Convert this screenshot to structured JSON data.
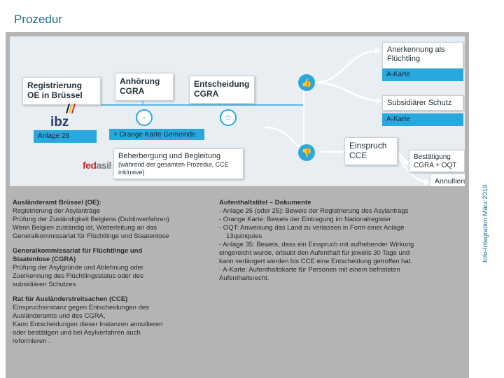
{
  "slide": {
    "title": "Prozedur",
    "side_label": "Info-Integration März 2019"
  },
  "diagram": {
    "registration_box": "Registrierung OE in Brüssel",
    "hearing_box": "Anhörung CGRA",
    "decision_box": "Entscheidung CGRA",
    "appeal_box": "Einspruch CCE",
    "recognition_box": "Anerkennung als Flüchtling",
    "recognition_card": "A-Karte",
    "subsidiary_box": "Subsidiärer Schutz",
    "subsidiary_card": "A-Karte",
    "confirmation_box": "Bestätigung CGRA + OQT",
    "annulment_box": "Annullierung",
    "annex26_tag": "Anlage 26",
    "orange_card_tag": "+ Orange Karte Gemeinde",
    "accommodation_title": "Beherbergung und Begleitung",
    "accommodation_note": "(während der gesamten Prozedur, CCE inklusive)",
    "logo_ibz": "ibz",
    "logo_fedasil_a": "fed",
    "logo_fedasil_b": "asil"
  },
  "left_column": {
    "oe_heading": "Ausländeramt Brüssel (OE):",
    "oe_lines": [
      "Registrierung der Asylanträge",
      "Prüfung der Zuständigkeit Belgiens (Dublinverfahren)",
      "Wenn Belgien zuständig ist, Weiterleitung an das",
      "Generalkommissariat für Flüchtlinge und Staatenlose"
    ],
    "cgra_heading_1": "Generalkommissariat für Flüchtlinge und",
    "cgra_heading_2": "Staatenlose (CGRA)",
    "cgra_lines": [
      "Prüfung der Asylgründe und Ablehnung oder",
      "Zuerkennung des Flüchtlingsstatus oder des",
      "subsidiären Schutzes"
    ],
    "cce_heading": "Rat für Ausländerstreitsachen (CCE)",
    "cce_lines": [
      "Einspruchsinstanz gegen Entscheidungen des",
      "Ausländeramts und des CGRA,",
      "Kann Entscheidungen dieser Instanzen annullieren",
      "oder bestätigen und bei Asylverfahren auch",
      "reformieren ."
    ]
  },
  "right_column": {
    "heading": "Aufenthaltstitel – Dokumente",
    "lines": [
      "- Anlage 26 (oder 25): Beweis der Registrierung des Asylantrags",
      "- Orange Karte: Beweis der Eintragung im Nationalregister",
      "- OQT: Anweisung das Land zu verlassen in Form einer Anlage",
      "13quinquies",
      "- Anlage 35: Beweis, dass ein Einspruch mit aufhebender Wirkung",
      "eingereicht wurde, erlaubt den Aufenthalt für jeweils 30 Tage und",
      "kann verlängert werden bis CCE eine Entscheidung getroffen hat.",
      "- A-Karte: Aufenthaltskarte für Personen mit einem befristeten",
      "Aufenthaltsrecht."
    ]
  },
  "colors": {
    "accent_blue": "#2aa7df",
    "title_teal": "#1f6f8b",
    "panel_grey": "#b4b4b4"
  }
}
